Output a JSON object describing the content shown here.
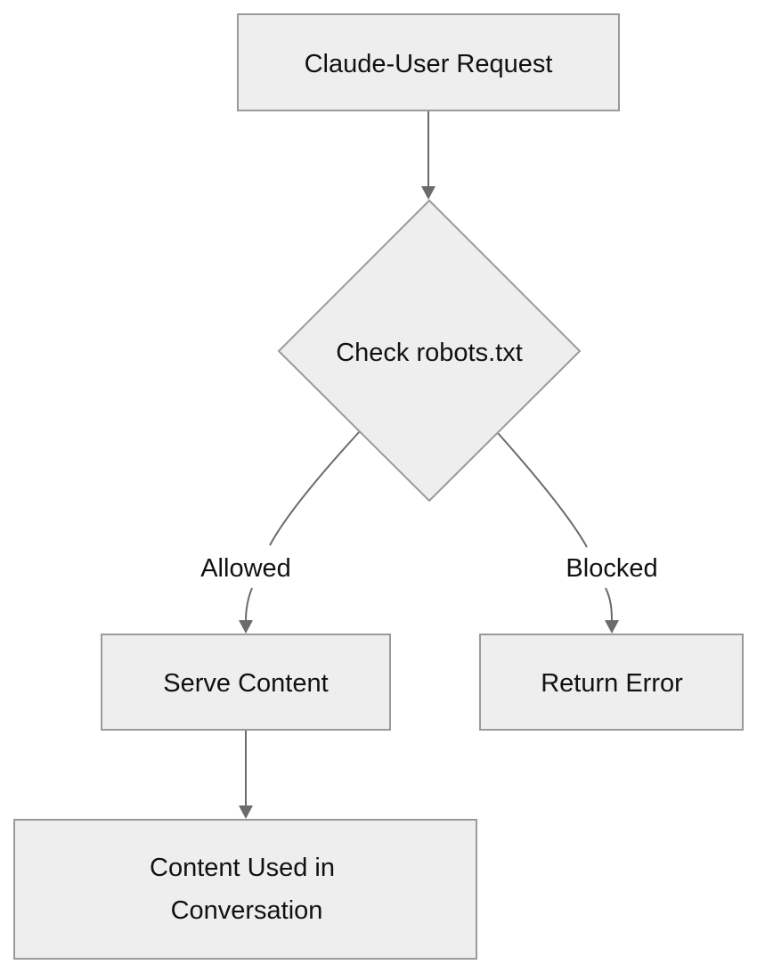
{
  "nodes": {
    "request": {
      "label": "Claude-User Request"
    },
    "check": {
      "label": "Check robots.txt"
    },
    "serve": {
      "label": "Serve Content"
    },
    "error": {
      "label": "Return Error"
    },
    "used": {
      "lines": [
        "Content Used in",
        "Conversation"
      ]
    }
  },
  "edges": {
    "allowed": {
      "label": "Allowed"
    },
    "blocked": {
      "label": "Blocked"
    }
  },
  "colors": {
    "node_fill": "#eeeeee",
    "node_border": "#9a9a9a",
    "edge": "#6b6b6b",
    "text": "#111111"
  }
}
